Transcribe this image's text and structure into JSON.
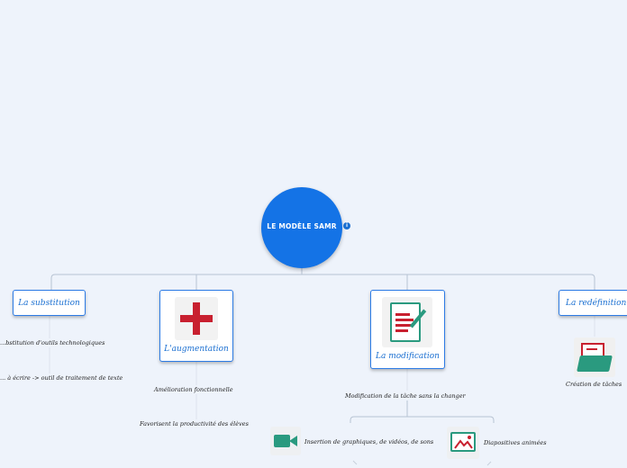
{
  "root": {
    "label": "LE MODÈLE SAMR",
    "badge_icon": "info-circle-icon"
  },
  "branches": [
    {
      "title": "La substitution",
      "icon": null,
      "children": [
        "...bstitution d'outils technologiques",
        "... à écrire -> outil de traitement de texte"
      ]
    },
    {
      "title": "L'augmentation",
      "icon": "red-cross-icon",
      "children": [
        "Amélioration fonctionnelle",
        "Favorisent la productivité des élèves"
      ]
    },
    {
      "title": "La modification",
      "icon": "document-pencil-icon",
      "children": [
        "Modification de la tâche sans la changer"
      ],
      "grandchildren": [
        {
          "label": "Insertion de graphiques, de vidéos, de sons",
          "icon": "video-camera-icon"
        },
        {
          "label": "Diapositives animées",
          "icon": "image-picture-icon"
        }
      ]
    },
    {
      "title": "La redéfinition",
      "icon": "folder-icon",
      "children": [
        "Création de tâches"
      ]
    }
  ],
  "colors": {
    "accent": "#1a6fd1",
    "root": "#1473e6",
    "line": "#b7c3d3",
    "red": "#c8202f",
    "teal": "#2a9a7f"
  }
}
